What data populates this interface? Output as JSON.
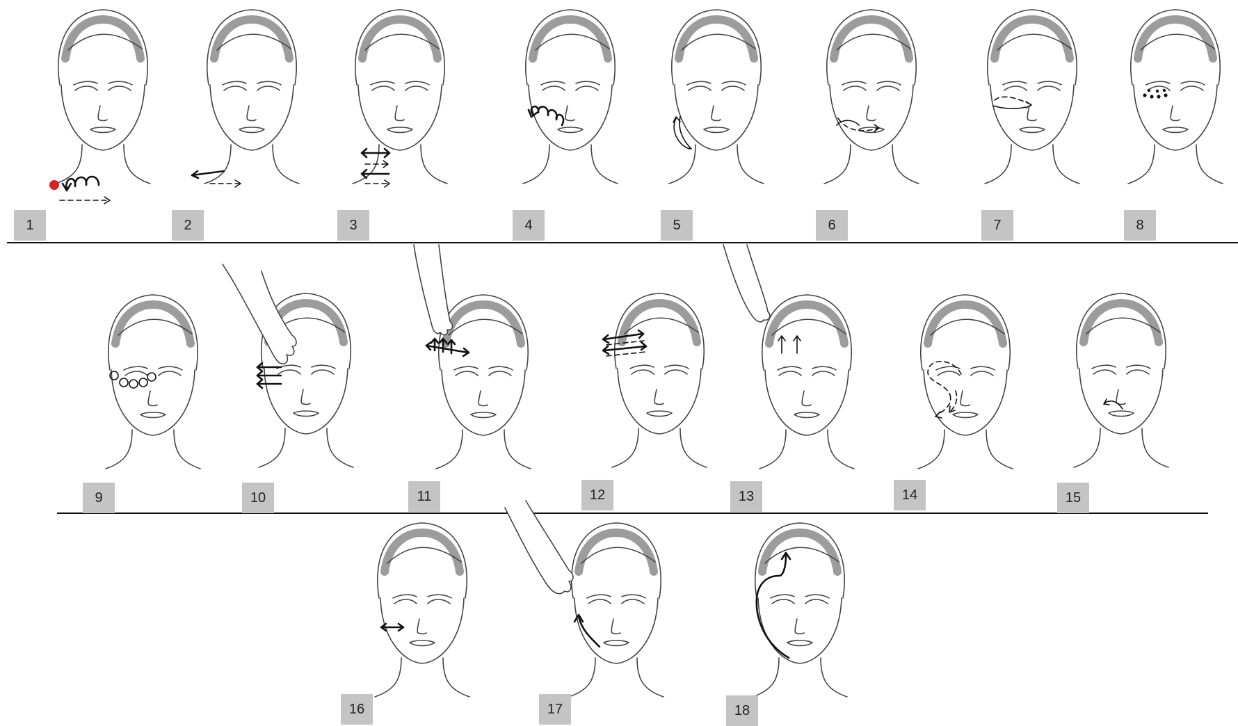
{
  "steps": [
    {
      "label": "1"
    },
    {
      "label": "2"
    },
    {
      "label": "3"
    },
    {
      "label": "4"
    },
    {
      "label": "5"
    },
    {
      "label": "6"
    },
    {
      "label": "7"
    },
    {
      "label": "8"
    },
    {
      "label": "9"
    },
    {
      "label": "10"
    },
    {
      "label": "11"
    },
    {
      "label": "12"
    },
    {
      "label": "13"
    },
    {
      "label": "14"
    },
    {
      "label": "15"
    },
    {
      "label": "16"
    },
    {
      "label": "17"
    },
    {
      "label": "18"
    }
  ],
  "colors": {
    "badge": "#c4c4c4",
    "line_art": "#444444",
    "arrows": "#111111",
    "start_dot": "#e02020"
  }
}
